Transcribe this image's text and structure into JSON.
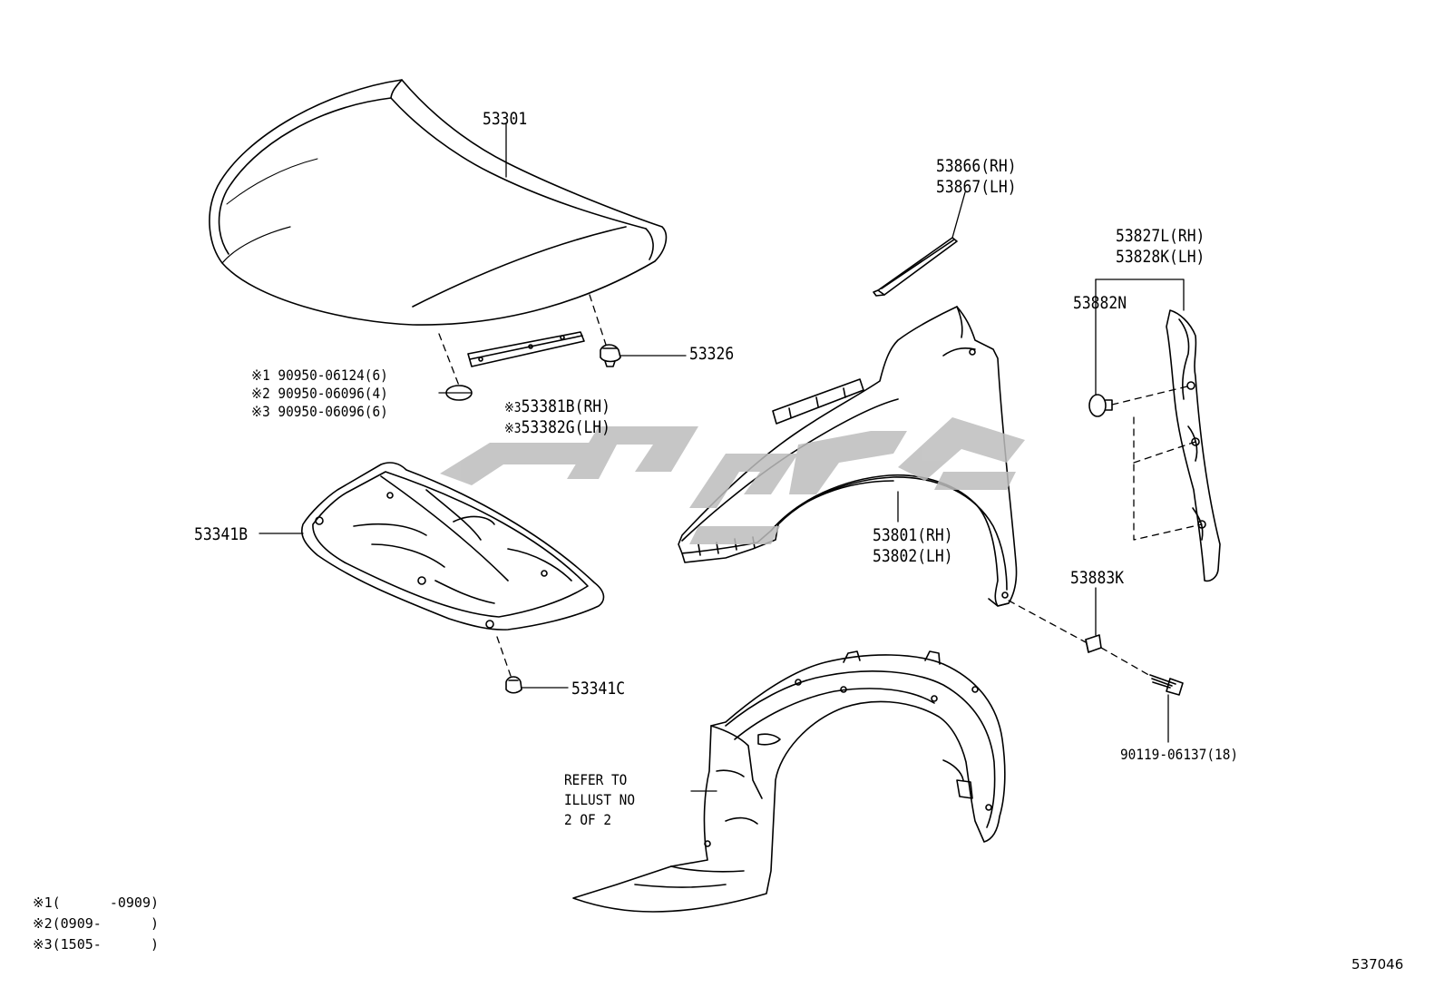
{
  "diagram": {
    "figure_id": "537046",
    "parts": {
      "hood": "53301",
      "hood_cushion": "53326",
      "hood_seal_lines": [
        {
          "mark": "※1",
          "number": "90950-06124(6)"
        },
        {
          "mark": "※2",
          "number": "90950-06096(4)"
        },
        {
          "mark": "※3",
          "number": "90950-06096(6)"
        }
      ],
      "hood_bracket_lines": [
        {
          "mark": "※3",
          "number": "53381B(RH)"
        },
        {
          "mark": "※3",
          "number": "53382G(LH)"
        }
      ],
      "hood_insulator": "53341B",
      "insulator_clip": "53341C",
      "fender_seal_lines": [
        "53866(RH)",
        "53867(LH)"
      ],
      "fender_lines": [
        "53801(RH)",
        "53802(LH)"
      ],
      "fender_liner_lines": [
        "53827L(RH)",
        "53828K(LH)"
      ],
      "liner_clip": "53882N",
      "fender_nut": "53883K",
      "bolt": "90119-06137(18)",
      "refer_note_lines": [
        "REFER TO",
        "ILLUST NO",
        "2 OF 2"
      ]
    },
    "footnotes": [
      {
        "mark": "※1",
        "range": "(      -0909)"
      },
      {
        "mark": "※2",
        "range": "(0909-      )"
      },
      {
        "mark": "※3",
        "range": "(1505-      )"
      }
    ],
    "watermark_text": "ماشین یدک"
  }
}
